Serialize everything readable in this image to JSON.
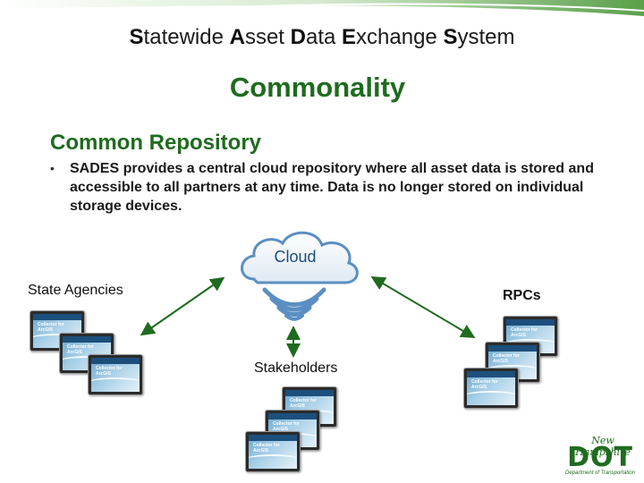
{
  "header": {
    "title_parts": [
      {
        "initial": "S",
        "rest": "tatewide "
      },
      {
        "initial": "A",
        "rest": "sset "
      },
      {
        "initial": "D",
        "rest": "ata "
      },
      {
        "initial": "E",
        "rest": "xchange "
      },
      {
        "initial": "S",
        "rest": "ystem"
      }
    ]
  },
  "slide": {
    "title": "Commonality",
    "section_heading": "Common Repository",
    "bullet_symbol": "•",
    "bullet_text": "SADES provides a central cloud repository where all asset data is stored and accessible to all partners at any time. Data is no longer stored on individual storage devices."
  },
  "diagram": {
    "cloud_label": "Cloud",
    "groups": {
      "state": {
        "label": "State Agencies"
      },
      "rpcs": {
        "label": "RPCs"
      },
      "stakeholders": {
        "label": "Stakeholders"
      }
    },
    "device_app_text": "Collector for ArcGIS"
  },
  "logo": {
    "top": "New Hampshire",
    "main": "DOT",
    "sub": "Department of Transportation"
  },
  "colors": {
    "green": "#1f6b1f",
    "cloud_blue": "#5b8fc2",
    "text_dark": "#1a1a1a"
  }
}
